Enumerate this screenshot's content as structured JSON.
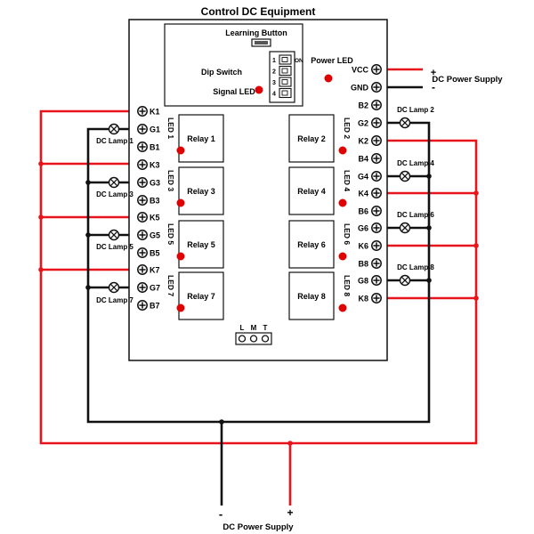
{
  "title": "Control DC Equipment",
  "board": {
    "learning_button_label": "Learning Button",
    "dip_switch_label": "Dip Switch",
    "dip_on_label": "ON",
    "dip_numbers": [
      "1",
      "2",
      "3",
      "4"
    ],
    "signal_led_label": "Signal LED",
    "power_led_label": "Power LED",
    "lmt_labels": [
      "L",
      "M",
      "T"
    ]
  },
  "relays": [
    {
      "label": "Relay 1",
      "led": "LED 1"
    },
    {
      "label": "Relay 2",
      "led": "LED 2"
    },
    {
      "label": "Relay 3",
      "led": "LED 3"
    },
    {
      "label": "Relay 4",
      "led": "LED 4"
    },
    {
      "label": "Relay 5",
      "led": "LED 5"
    },
    {
      "label": "Relay 6",
      "led": "LED 6"
    },
    {
      "label": "Relay 7",
      "led": "LED 7"
    },
    {
      "label": "Relay 8",
      "led": "LED 8"
    }
  ],
  "left_terminals": [
    "K1",
    "G1",
    "B1",
    "K3",
    "G3",
    "B3",
    "K5",
    "G5",
    "B5",
    "K7",
    "G7",
    "B7"
  ],
  "right_terminals": [
    "VCC",
    "GND",
    "B2",
    "G2",
    "K2",
    "B4",
    "G4",
    "K4",
    "B6",
    "G6",
    "K6",
    "B8",
    "G8",
    "K8"
  ],
  "lamps": [
    "DC Lamp 1",
    "DC Lamp 2",
    "DC Lamp 3",
    "DC Lamp 4",
    "DC Lamp 5",
    "DC Lamp 6",
    "DC Lamp 7",
    "DC Lamp 8"
  ],
  "power_supply_right": {
    "label": "DC Power Supply",
    "plus": "+",
    "minus": "-"
  },
  "power_supply_bottom": {
    "label": "DC Power Supply",
    "plus": "+",
    "minus": "-"
  },
  "colors": {
    "positive_wire": "#e8141c",
    "negative_wire": "#111111",
    "led": "#e00000"
  }
}
